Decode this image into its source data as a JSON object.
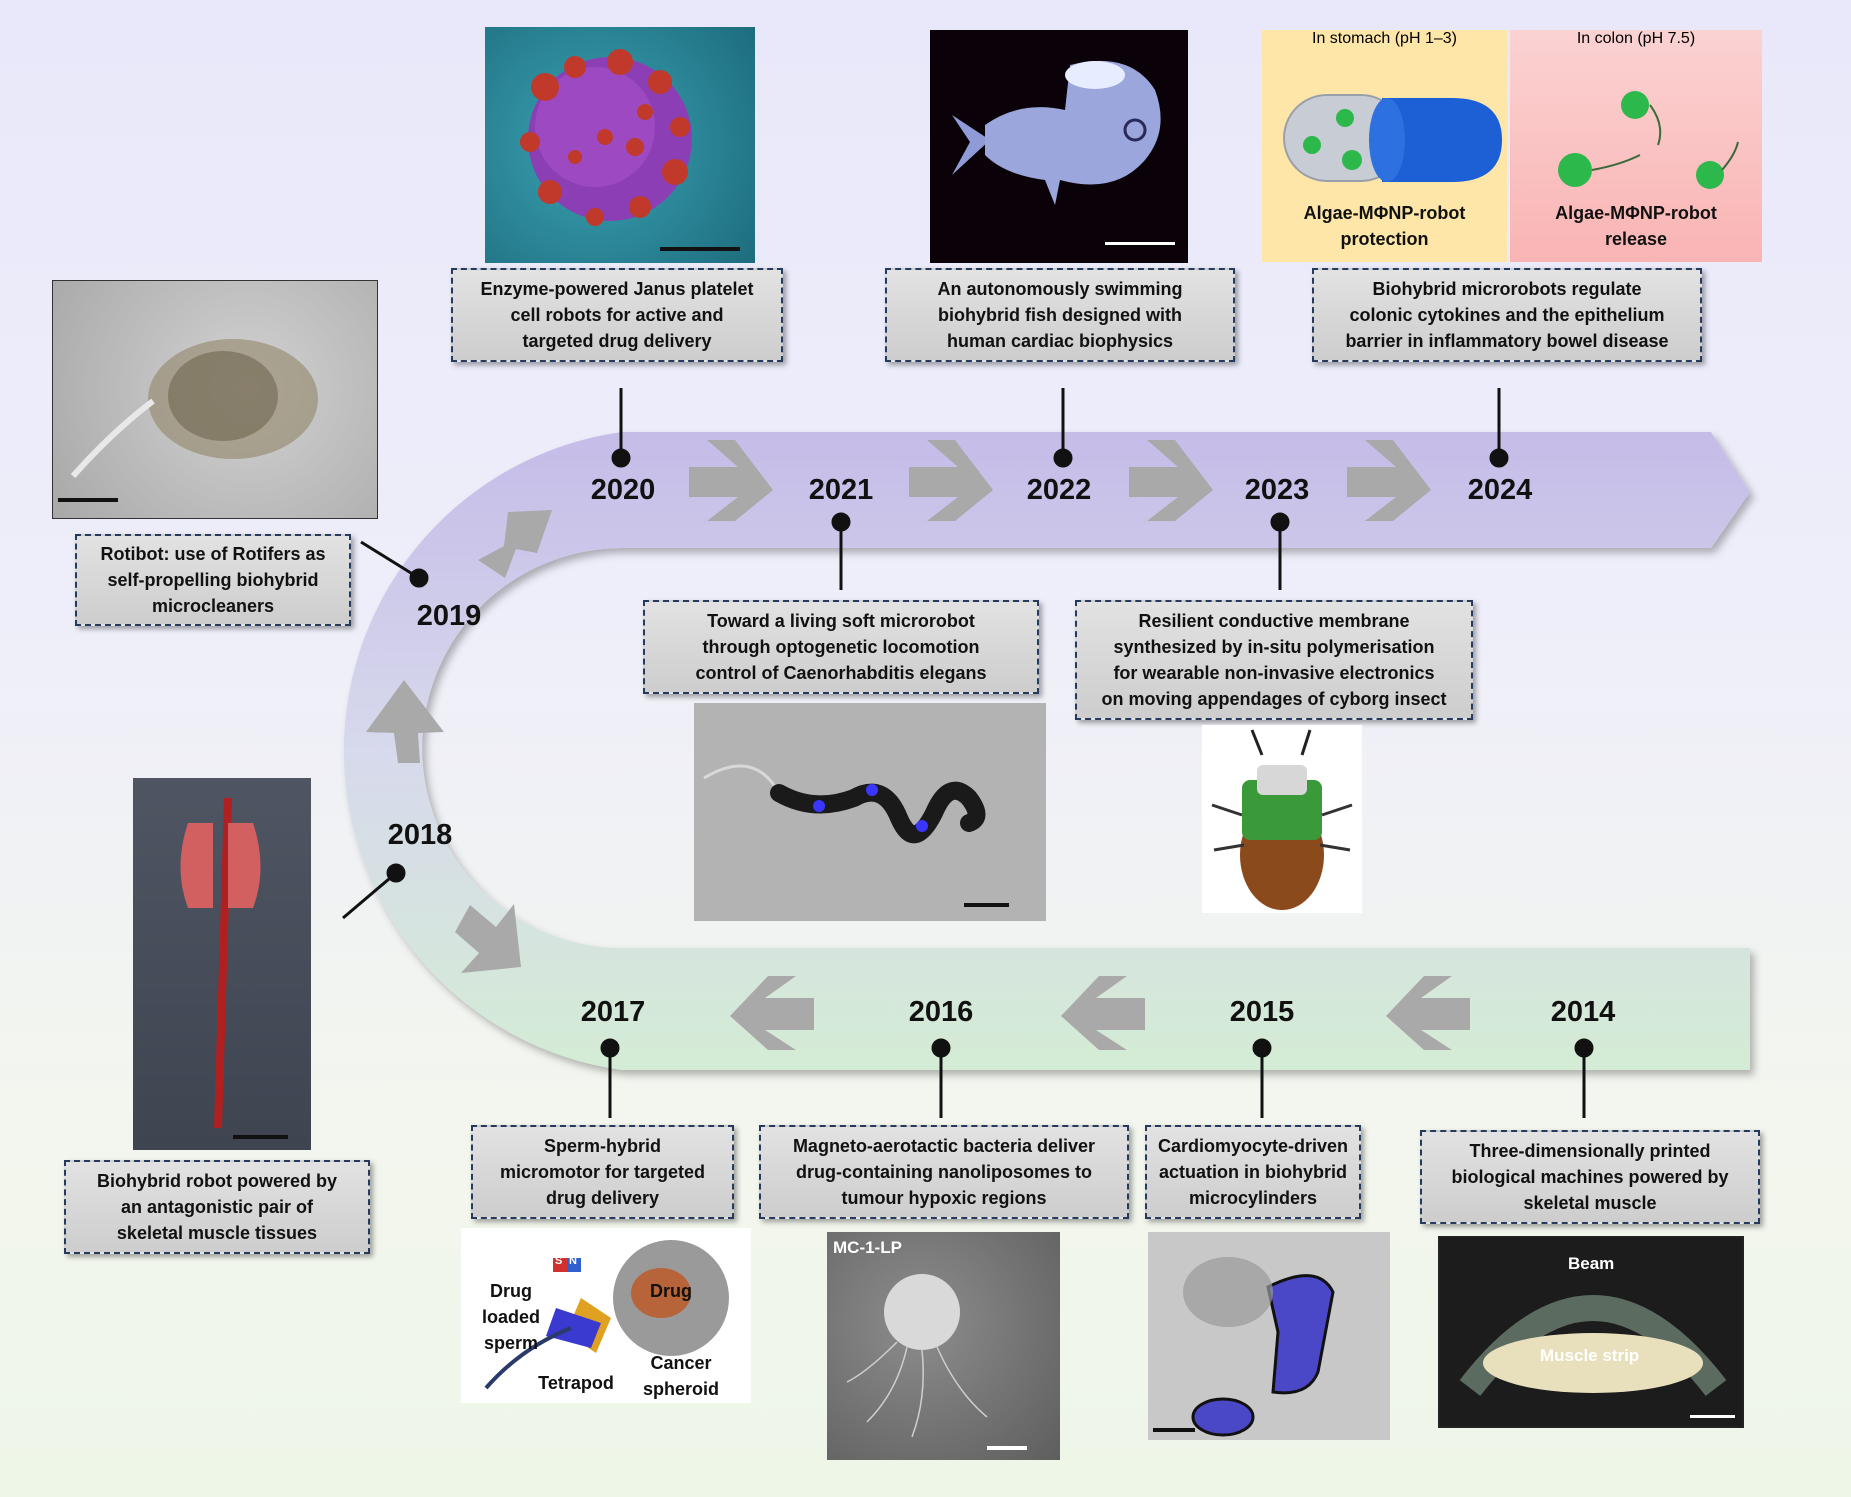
{
  "years": {
    "y2014": "2014",
    "y2015": "2015",
    "y2016": "2016",
    "y2017": "2017",
    "y2018": "2018",
    "y2019": "2019",
    "y2020": "2020",
    "y2021": "2021",
    "y2022": "2022",
    "y2023": "2023",
    "y2024": "2024"
  },
  "captions": {
    "c2014": "Three-dimensionally printed\nbiological machines powered by\nskeletal muscle",
    "c2015": "Cardiomyocyte-driven\nactuation in biohybrid\nmicrocylinders",
    "c2016": "Magneto-aerotactic bacteria deliver\ndrug-containing nanoliposomes to\ntumour hypoxic regions",
    "c2017": "Sperm-hybrid\nmicromotor for targeted\ndrug delivery",
    "c2018": "Biohybrid robot powered by\nan antagonistic pair of\nskeletal muscle tissues",
    "c2019": "Rotibot: use of Rotifers as\nself-propelling biohybrid\nmicrocleaners",
    "c2020": "Enzyme-powered Janus platelet\ncell robots for active and\ntargeted drug delivery",
    "c2021": "Toward a living soft microrobot\nthrough optogenetic locomotion\ncontrol of Caenorhabditis elegans",
    "c2022": "An autonomously swimming\nbiohybrid fish designed with\nhuman cardiac biophysics",
    "c2023": "Resilient conductive membrane\nsynthesized by in-situ polymerisation\nfor wearable non-invasive electronics\non moving appendages of cyborg insect",
    "c2024": "Biohybrid microrobots regulate\ncolonic cytokines and the epithelium\nbarrier in inflammatory bowel disease"
  },
  "image_labels": {
    "stomach_title": "In stomach (pH 1–3)",
    "colon_title": "In colon (pH 7.5)",
    "stomach_caption": "Algae-MΦNP-robot\nprotection",
    "colon_caption": "Algae-MΦNP-robot\nrelease",
    "drug_loaded_sperm": "Drug loaded\nsperm",
    "drug": "Drug",
    "tetrapod": "Tetrapod",
    "cancer_spheroid": "Cancer\nspheroid",
    "magnet_s": "S",
    "magnet_n": "N",
    "mc1lp": "MC-1-LP",
    "beam": "Beam",
    "muscle_strip": "Muscle strip"
  },
  "colors": {
    "upper_track": "#c7bfe8",
    "lower_track": "#d6ecd6",
    "arrow_gray": "#a9a9a9",
    "caption_border": "#253a5c"
  },
  "icons": [
    "chevron-arrow-icon",
    "timeline-dot-icon"
  ]
}
